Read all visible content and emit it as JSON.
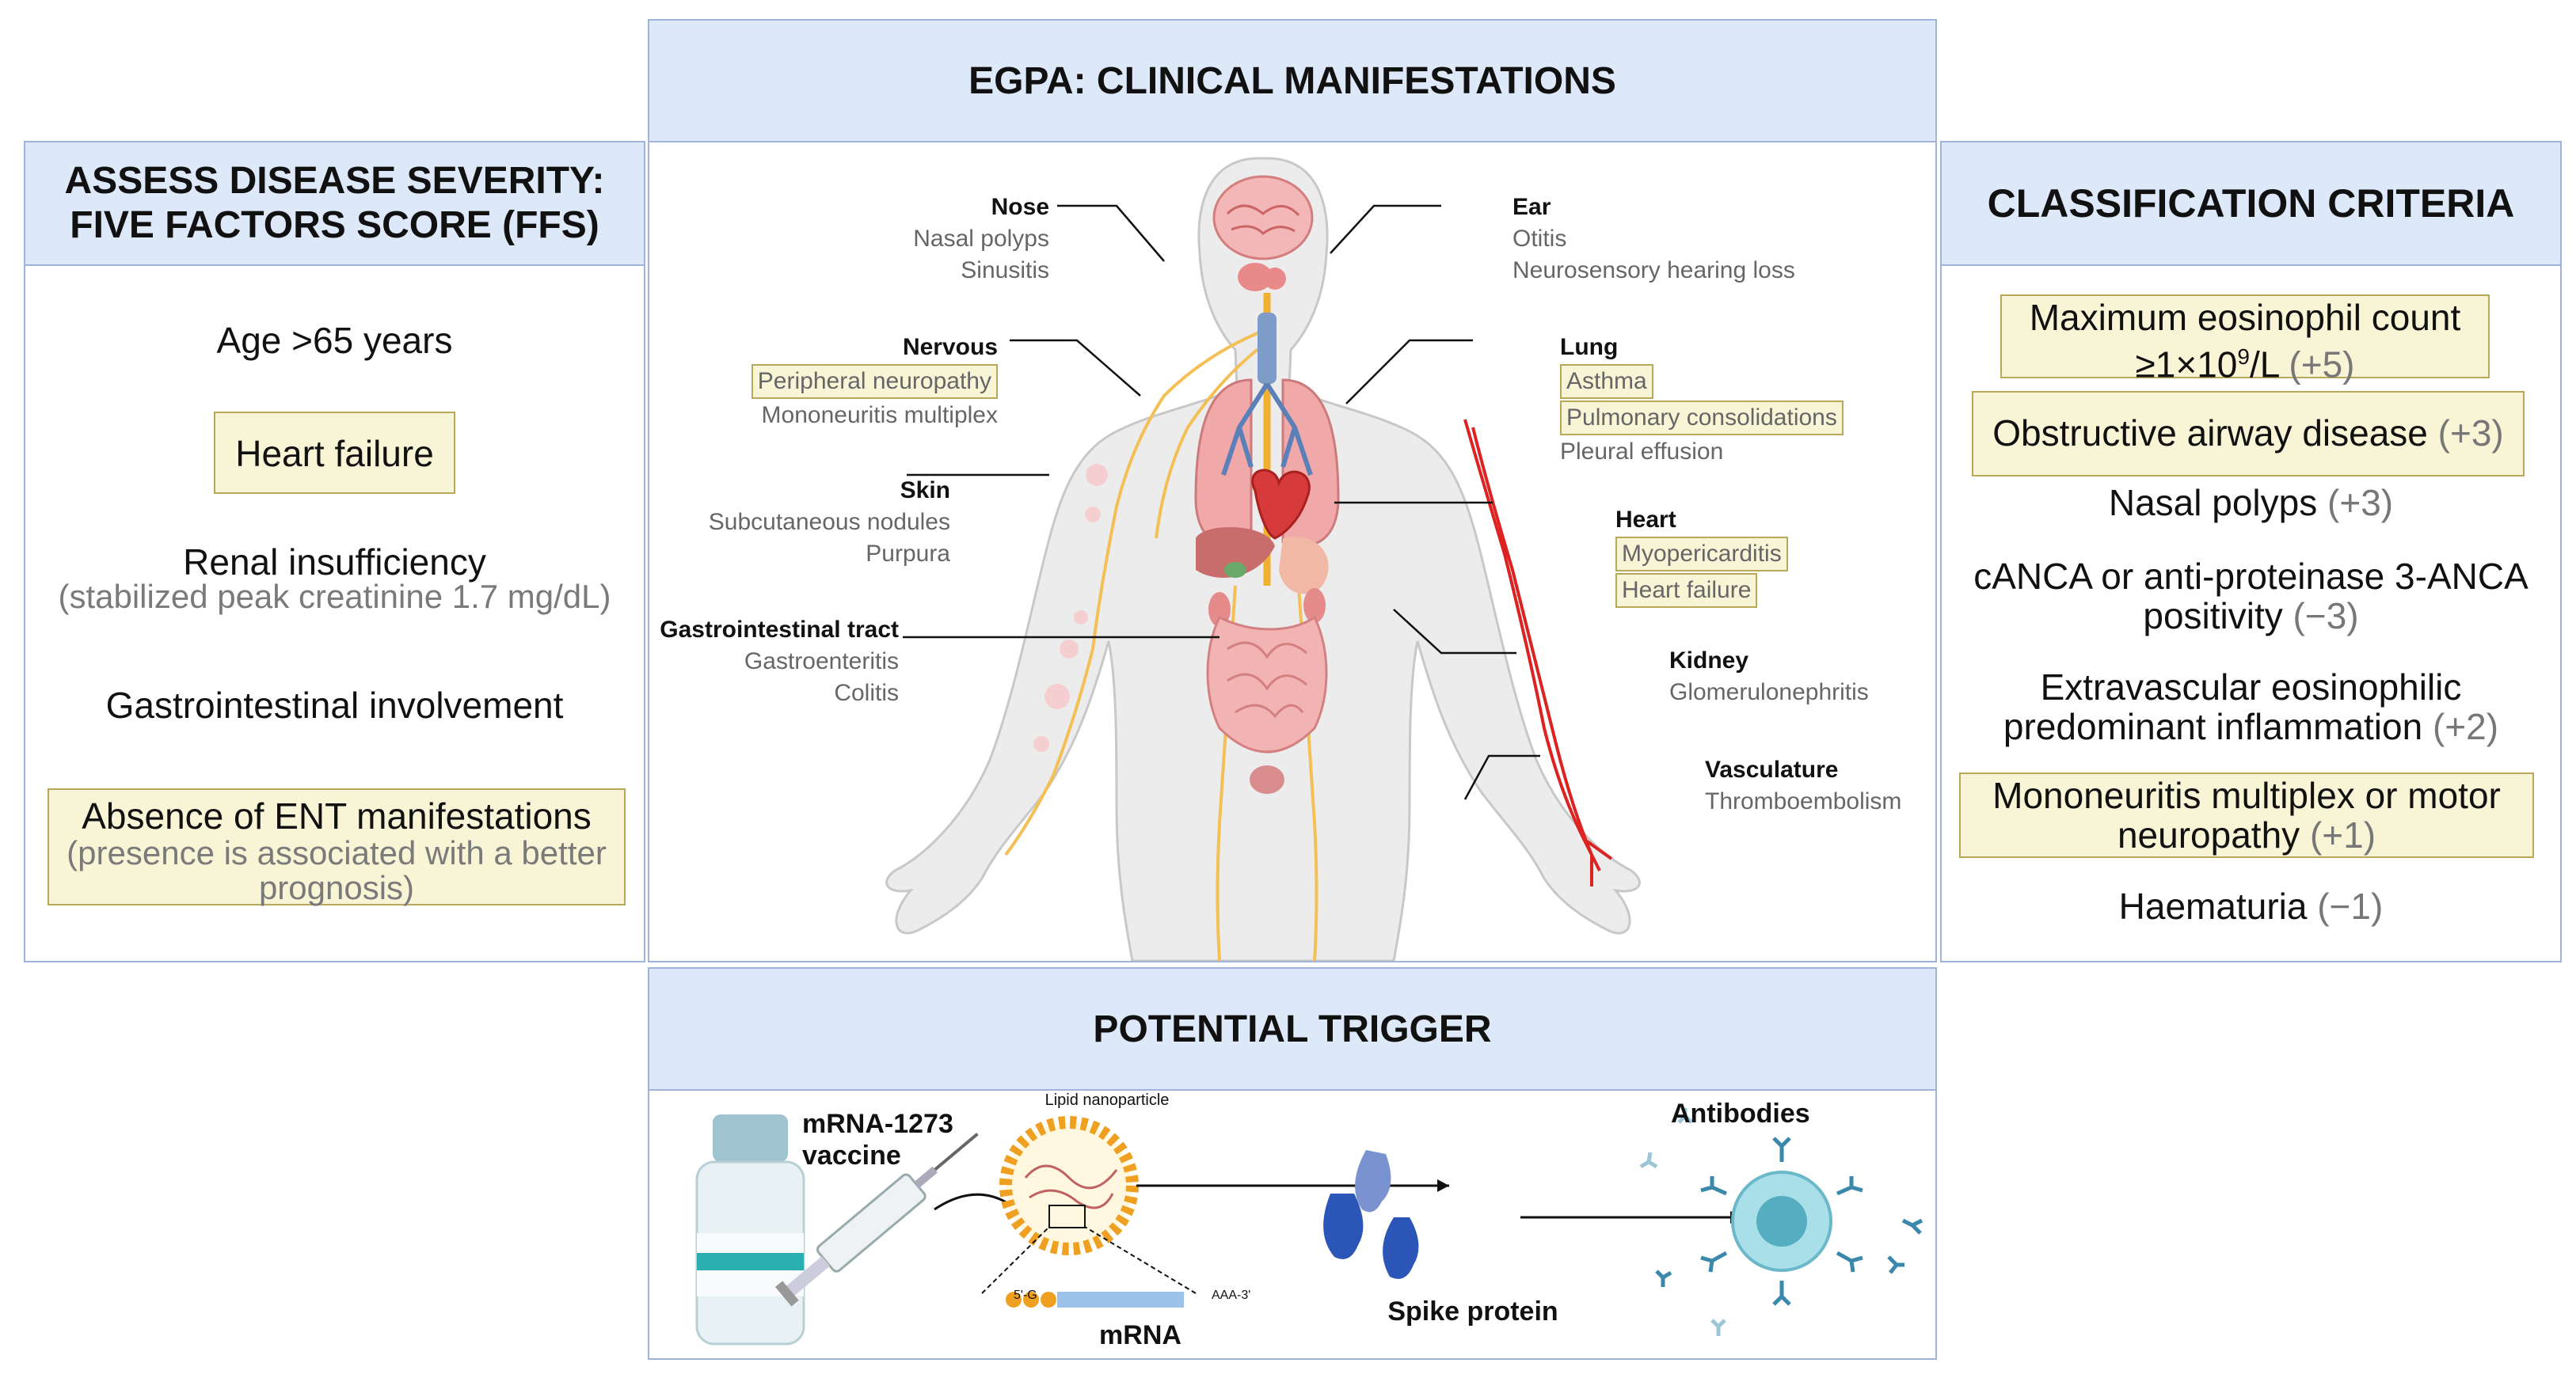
{
  "center": {
    "title": "EGPA: CLINICAL MANIFESTATIONS",
    "nose": {
      "title": "Nose",
      "items": [
        "Nasal polyps",
        "Sinusitis"
      ]
    },
    "nervous": {
      "title": "Nervous",
      "highlight": "Peripheral neuropathy",
      "items": [
        "Mononeuritis multiplex"
      ]
    },
    "skin": {
      "title": "Skin",
      "items": [
        "Subcutaneous nodules",
        "Purpura"
      ]
    },
    "gi": {
      "title": "Gastrointestinal tract",
      "items": [
        "Gastroenteritis",
        "Colitis"
      ]
    },
    "ear": {
      "title": "Ear",
      "items": [
        "Otitis",
        "Neurosensory hearing loss"
      ]
    },
    "lung": {
      "title": "Lung",
      "highlights": [
        "Asthma",
        "Pulmonary consolidations"
      ],
      "items": [
        "Pleural effusion"
      ]
    },
    "heart": {
      "title": "Heart",
      "highlights": [
        "Myopericarditis",
        "Heart failure"
      ]
    },
    "kidney": {
      "title": "Kidney",
      "items": [
        "Glomerulonephritis"
      ]
    },
    "vasculature": {
      "title": "Vasculature",
      "items": [
        "Thromboembolism"
      ]
    }
  },
  "left": {
    "title_line1": "ASSESS DISEASE SEVERITY:",
    "title_line2": "FIVE FACTORS SCORE (FFS)",
    "age": "Age >65 years",
    "heart_failure": "Heart failure",
    "renal": "Renal insufficiency",
    "renal_sub": "(stabilized peak creatinine 1.7 mg/dL)",
    "gi": "Gastrointestinal involvement",
    "ent": "Absence of ENT manifestations",
    "ent_sub": "(presence is associated with a better prognosis)"
  },
  "right": {
    "title": "CLASSIFICATION CRITERIA",
    "c1_line1": "Maximum eosinophil count",
    "c1_pre": "≥1×10",
    "c1_sup": "9",
    "c1_post": "/L",
    "c1_score": "(+5)",
    "c2": "Obstructive airway disease",
    "c2_score": "(+3)",
    "c3": "Nasal polyps",
    "c3_score": "(+3)",
    "c4_line1": "cANCA or anti-proteinase 3-ANCA",
    "c4_line2": "positivity",
    "c4_score": "(−3)",
    "c5_line1": "Extravascular eosinophilic",
    "c5_line2": "predominant inflammation",
    "c5_score": "(+2)",
    "c6_line1": "Mononeuritis multiplex or motor",
    "c6_line2": "neuropathy",
    "c6_score": "(+1)",
    "c7": "Haematuria",
    "c7_score": "(−1)"
  },
  "bottom": {
    "title": "POTENTIAL TRIGGER",
    "vaccine_line1": "mRNA-1273",
    "vaccine_line2": "vaccine",
    "lipid": "Lipid nanoparticle",
    "mrna": "mRNA",
    "five_prime": "5'-G",
    "three_prime": "AAA-3'",
    "spike": "Spike protein",
    "antibodies": "Antibodies"
  },
  "colors": {
    "header_bg": "#dde8f8",
    "border": "#9fb4d8",
    "highlight_bg": "#f8f4d6",
    "highlight_border": "#b8a85a"
  }
}
